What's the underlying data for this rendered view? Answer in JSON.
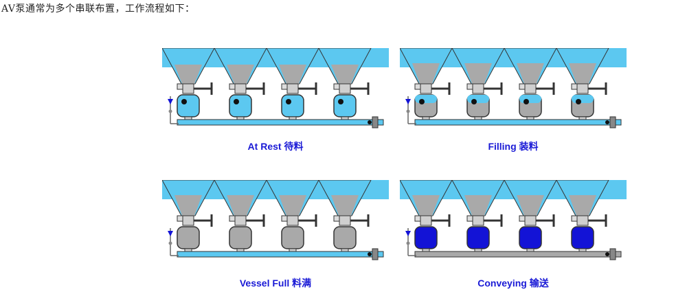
{
  "intro_text": "AV泵通常为多个串联布置，工作流程如下：",
  "colors": {
    "hopper_fill": "#5cc8f0",
    "material": "#a9a9a9",
    "conveying_blue": "#1313d6",
    "caption": "#1a1ad6",
    "outline": "#333333"
  },
  "panels": [
    {
      "caption": "At Rest 待料",
      "state": "rest"
    },
    {
      "caption": "Filling 装料",
      "state": "filling"
    },
    {
      "caption": "Vessel Full 料满",
      "state": "full"
    },
    {
      "caption": "Conveying 输送",
      "state": "conveying"
    }
  ]
}
